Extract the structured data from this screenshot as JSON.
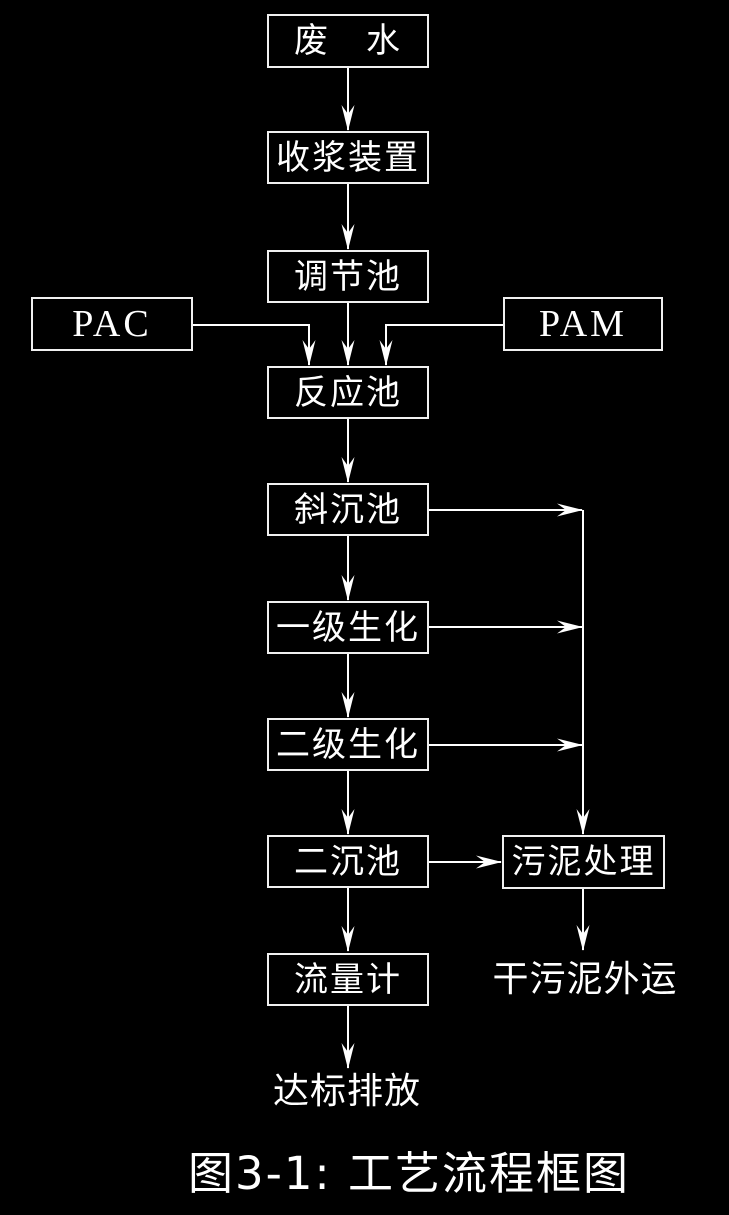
{
  "figure": {
    "caption": "图3-1: 工艺流程框图"
  },
  "colors": {
    "background": "#000000",
    "line": "#ffffff",
    "text": "#ffffff",
    "box_border": "#f0f0f0"
  },
  "nodes": {
    "wastewater": {
      "label": "废　水"
    },
    "slurry_collector": {
      "label": "收浆装置"
    },
    "regulating_tank": {
      "label": "调节池"
    },
    "pac": {
      "label": "PAC"
    },
    "pam": {
      "label": "PAM"
    },
    "reaction_tank": {
      "label": "反应池"
    },
    "inclined_settling_tank": {
      "label": "斜沉池"
    },
    "primary_biochemical": {
      "label": "一级生化"
    },
    "secondary_biochemical": {
      "label": "二级生化"
    },
    "secondary_settling_tank": {
      "label": "二沉池"
    },
    "flow_meter": {
      "label": "流量计"
    },
    "sludge_treatment": {
      "label": "污泥处理"
    },
    "dry_sludge_outbound": {
      "label": "干污泥外运"
    },
    "standard_discharge": {
      "label": "达标排放"
    }
  }
}
